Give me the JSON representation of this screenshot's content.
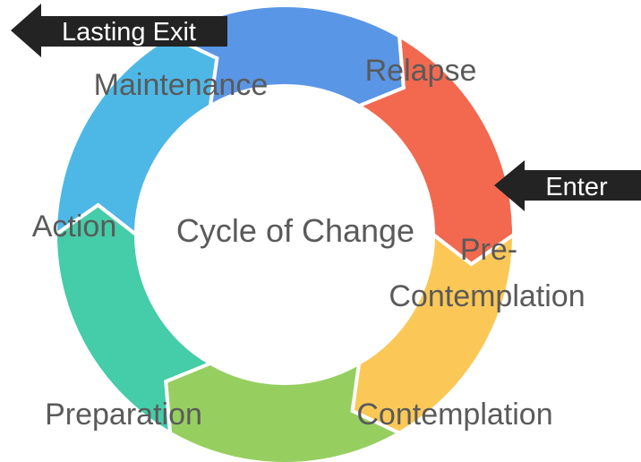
{
  "title": "Cycle of Change",
  "stages": [
    {
      "id": "relapse",
      "label": "Relapse",
      "color": "#f2694f"
    },
    {
      "id": "pre-contemplation",
      "label_line1": "Pre-",
      "label_line2": "Contemplation",
      "color": "#fbc857"
    },
    {
      "id": "contemplation",
      "label": "Contemplation",
      "color": "#96cf60"
    },
    {
      "id": "preparation",
      "label": "Preparation",
      "color": "#45cca8"
    },
    {
      "id": "action",
      "label": "Action",
      "color": "#4db8e6"
    },
    {
      "id": "maintenance",
      "label": "Maintenance",
      "color": "#5a96e6"
    }
  ],
  "arrows": {
    "enter": {
      "label": "Enter",
      "color": "#232323"
    },
    "exit": {
      "label": "Lasting Exit",
      "color": "#232323"
    }
  }
}
